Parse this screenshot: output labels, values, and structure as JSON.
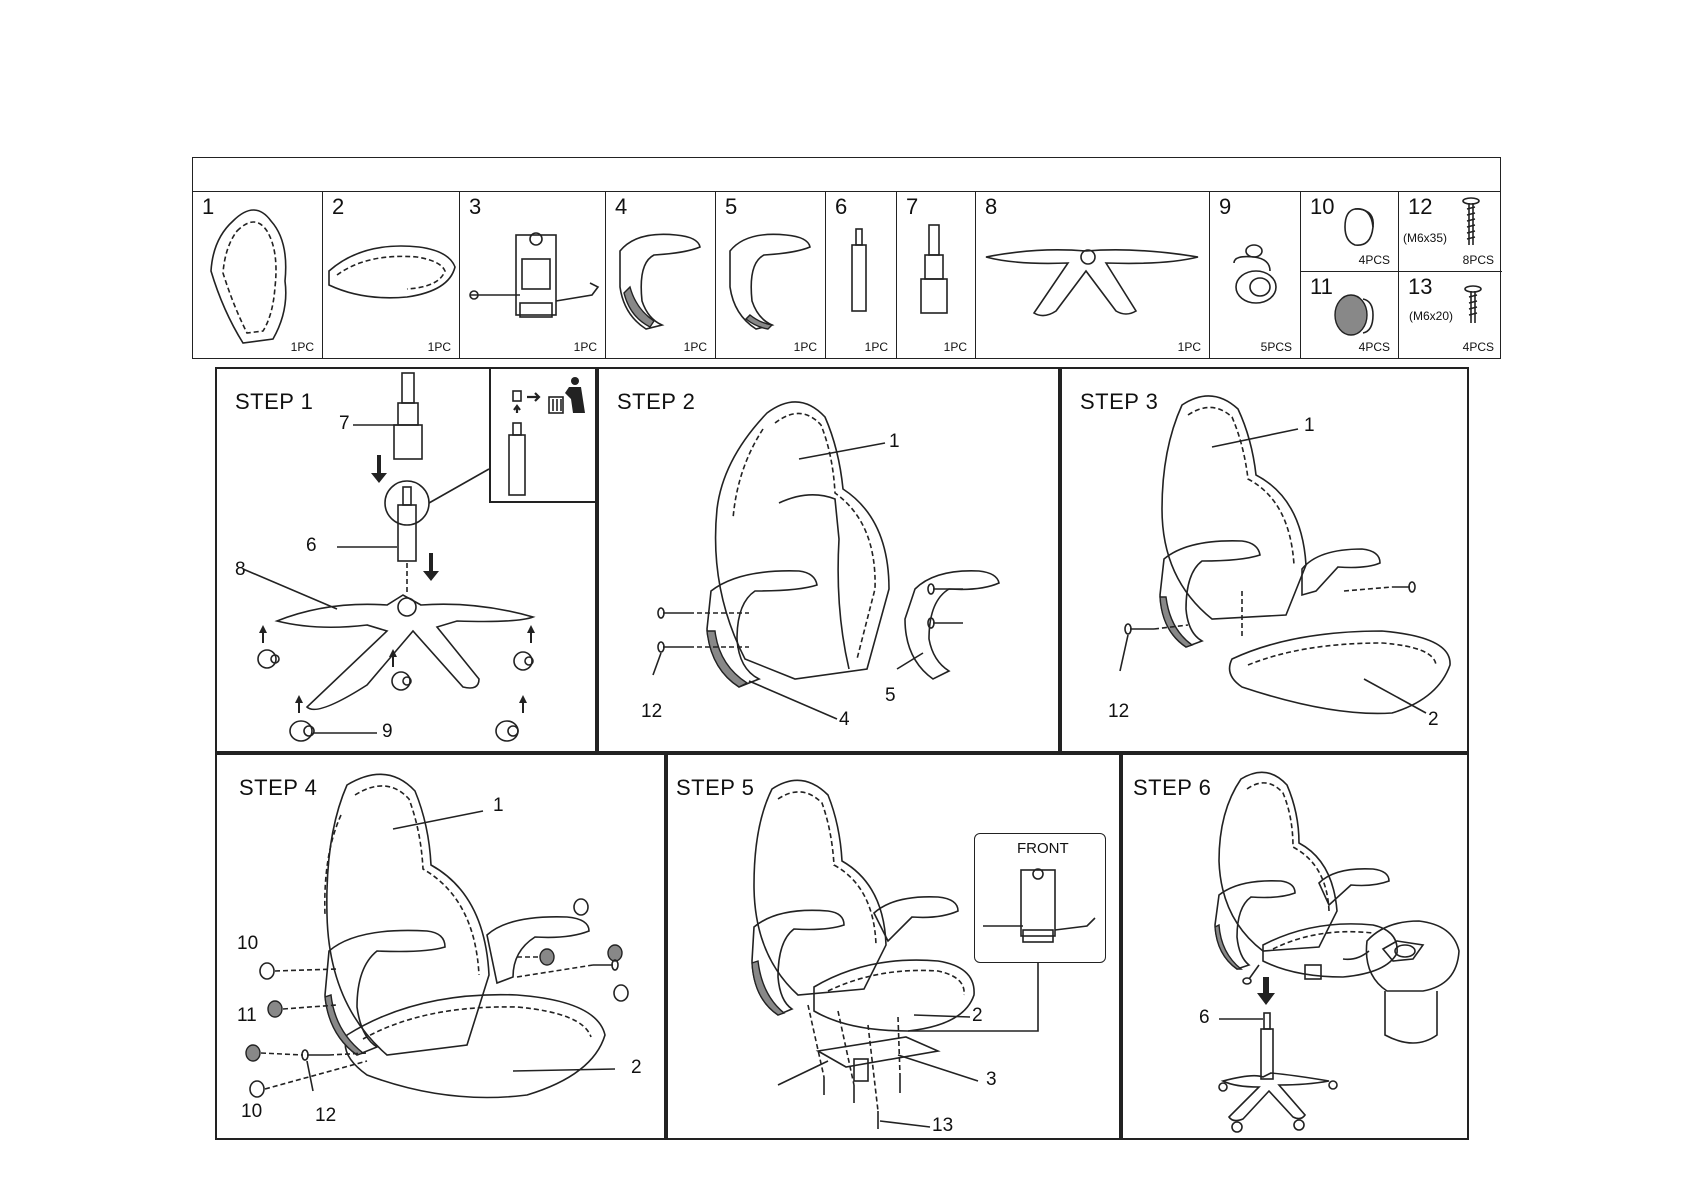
{
  "parts": [
    {
      "num": "1",
      "qty": "1PC"
    },
    {
      "num": "2",
      "qty": "1PC"
    },
    {
      "num": "3",
      "qty": "1PC"
    },
    {
      "num": "4",
      "qty": "1PC"
    },
    {
      "num": "5",
      "qty": "1PC"
    },
    {
      "num": "6",
      "qty": "1PC"
    },
    {
      "num": "7",
      "qty": "1PC"
    },
    {
      "num": "8",
      "qty": "1PC"
    },
    {
      "num": "9",
      "qty": "5PCS"
    },
    {
      "num": "10",
      "qty": "4PCS"
    },
    {
      "num": "11",
      "qty": "4PCS"
    },
    {
      "num": "12",
      "qty": "8PCS",
      "size": "(M6x35)"
    },
    {
      "num": "13",
      "qty": "4PCS",
      "size": "(M6x20)"
    }
  ],
  "steps": [
    {
      "title": "STEP 1",
      "callouts": [
        "7",
        "6",
        "8",
        "9"
      ]
    },
    {
      "title": "STEP 2",
      "callouts": [
        "1",
        "12",
        "4",
        "5"
      ]
    },
    {
      "title": "STEP 3",
      "callouts": [
        "1",
        "12",
        "2"
      ]
    },
    {
      "title": "STEP 4",
      "callouts": [
        "1",
        "10",
        "11",
        "10",
        "12",
        "2"
      ]
    },
    {
      "title": "STEP 5",
      "callouts": [
        "2",
        "3",
        "13"
      ],
      "inset_label": "FRONT"
    },
    {
      "title": "STEP 6",
      "callouts": [
        "6"
      ]
    }
  ],
  "icons": {
    "arrow": "down-arrow-icon",
    "trash": "trash-bin-icon"
  }
}
